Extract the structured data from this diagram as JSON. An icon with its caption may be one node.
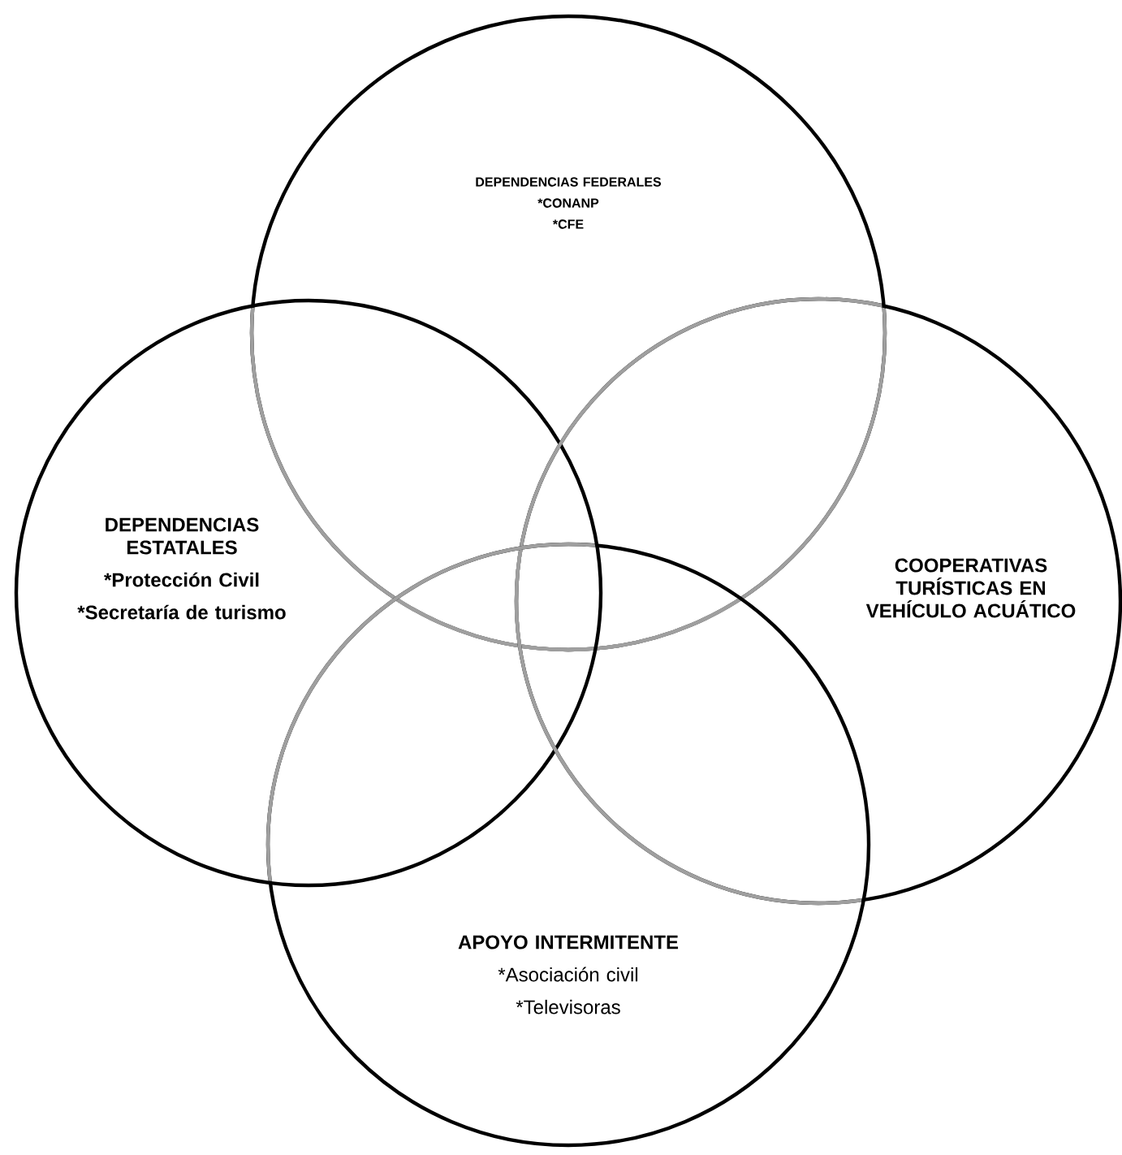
{
  "diagram": {
    "nodes": [
      {
        "text": [
          "DEPENDENCIAS FEDERALES",
          "*CONANP",
          "*CFE"
        ]
      },
      {
        "text": [
          "DEPENDENCIAS ESTATALES",
          "*Protección Civil",
          "*Secretaría de turismo"
        ]
      },
      {
        "text": [
          "COOPERATIVAS TURÍSTICAS EN VEHÍCULO ACUÁTICO"
        ]
      },
      {
        "text": [
          "APOYO INTERMITENTE",
          "*Asociación civil",
          "*Televisoras"
        ]
      }
    ]
  }
}
